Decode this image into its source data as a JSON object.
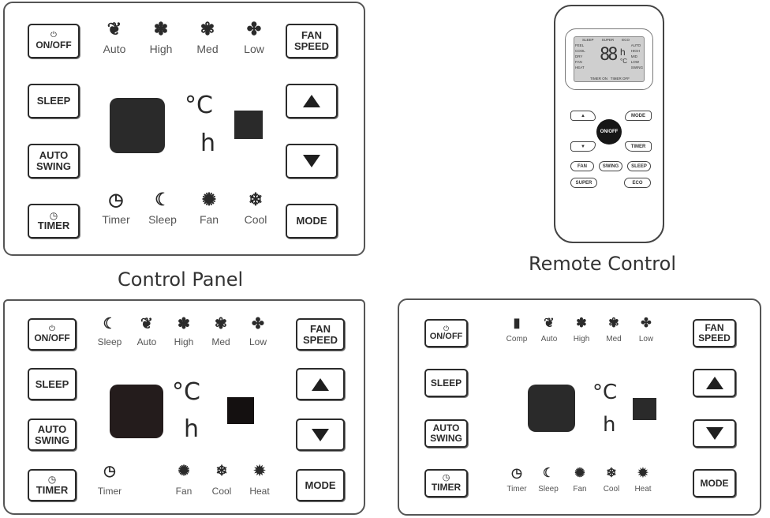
{
  "captions": {
    "control_panel": "Control Panel",
    "remote_control": "Remote Control"
  },
  "panel1": {
    "buttons": {
      "onoff": "ON/OFF",
      "power_icon": "⏻",
      "fan_speed_1": "FAN",
      "fan_speed_2": "SPEED",
      "sleep": "SLEEP",
      "auto_swing_1": "AUTO",
      "auto_swing_2": "SWING",
      "timer": "TIMER",
      "timer_icon": "◷",
      "mode": "MODE"
    },
    "top_indicators": [
      {
        "icon": "fan-auto-icon",
        "glyph": "❦",
        "label": "Auto"
      },
      {
        "icon": "fan-high-icon",
        "glyph": "✽",
        "label": "High"
      },
      {
        "icon": "fan-med-icon",
        "glyph": "✾",
        "label": "Med"
      },
      {
        "icon": "fan-low-icon",
        "glyph": "✤",
        "label": "Low"
      }
    ],
    "bottom_indicators": [
      {
        "icon": "timer-icon",
        "glyph": "◷",
        "label": "Timer"
      },
      {
        "icon": "sleep-moon-icon",
        "glyph": "☾",
        "label": "Sleep"
      },
      {
        "icon": "fan-mode-icon",
        "glyph": "✺",
        "label": "Fan"
      },
      {
        "icon": "cool-snowflake-icon",
        "glyph": "❄",
        "label": "Cool"
      }
    ],
    "units": {
      "celsius": "°C",
      "hours": "h"
    }
  },
  "panel2": {
    "buttons": {
      "onoff": "ON/OFF",
      "power_icon": "⏻",
      "fan_speed_1": "FAN",
      "fan_speed_2": "SPEED",
      "sleep": "SLEEP",
      "auto_swing_1": "AUTO",
      "auto_swing_2": "SWING",
      "timer": "TIMER",
      "timer_icon": "◷",
      "mode": "MODE"
    },
    "top_indicators": [
      {
        "icon": "sleep-moon-icon",
        "glyph": "☾",
        "label": "Sleep"
      },
      {
        "icon": "fan-auto-icon",
        "glyph": "❦",
        "label": "Auto"
      },
      {
        "icon": "fan-high-icon",
        "glyph": "✽",
        "label": "High"
      },
      {
        "icon": "fan-med-icon",
        "glyph": "✾",
        "label": "Med"
      },
      {
        "icon": "fan-low-icon",
        "glyph": "✤",
        "label": "Low"
      }
    ],
    "bottom_indicators": [
      {
        "icon": "timer-icon",
        "glyph": "◷",
        "label": "Timer"
      },
      {
        "icon": "fan-mode-icon",
        "glyph": "✺",
        "label": "Fan"
      },
      {
        "icon": "cool-snowflake-icon",
        "glyph": "❄",
        "label": "Cool"
      },
      {
        "icon": "heat-sun-icon",
        "glyph": "✹",
        "label": "Heat"
      }
    ],
    "units": {
      "celsius": "°C",
      "hours": "h"
    }
  },
  "panel3": {
    "buttons": {
      "onoff": "ON/OFF",
      "power_icon": "⏻",
      "fan_speed_1": "FAN",
      "fan_speed_2": "SPEED",
      "sleep": "SLEEP",
      "auto_swing_1": "AUTO",
      "auto_swing_2": "SWING",
      "timer": "TIMER",
      "timer_icon": "◷",
      "mode": "MODE"
    },
    "top_indicators": [
      {
        "icon": "compressor-icon",
        "glyph": "▮",
        "label": "Comp"
      },
      {
        "icon": "fan-auto-icon",
        "glyph": "❦",
        "label": "Auto"
      },
      {
        "icon": "fan-high-icon",
        "glyph": "✽",
        "label": "High"
      },
      {
        "icon": "fan-med-icon",
        "glyph": "✾",
        "label": "Med"
      },
      {
        "icon": "fan-low-icon",
        "glyph": "✤",
        "label": "Low"
      }
    ],
    "bottom_indicators": [
      {
        "icon": "timer-icon",
        "glyph": "◷",
        "label": "Timer"
      },
      {
        "icon": "sleep-moon-icon",
        "glyph": "☾",
        "label": "Sleep"
      },
      {
        "icon": "fan-mode-icon",
        "glyph": "✺",
        "label": "Fan"
      },
      {
        "icon": "cool-snowflake-icon",
        "glyph": "❄",
        "label": "Cool"
      },
      {
        "icon": "heat-sun-icon",
        "glyph": "✹",
        "label": "Heat"
      }
    ],
    "units": {
      "celsius": "°C",
      "hours": "h"
    }
  },
  "remote": {
    "lcd": {
      "top_labels": [
        "SLEEP",
        "SUPER",
        "ECO"
      ],
      "left_labels": [
        "FEEL",
        "COOL",
        "DRY",
        "FAN",
        "HEAT"
      ],
      "right_labels": [
        "AUTO",
        "HIGH",
        "MID",
        "LOW",
        "SWING"
      ],
      "digits": "88",
      "unit_h": "h",
      "unit_c": "°C",
      "bottom_labels": [
        "TIMER ON",
        "TIMER OFF"
      ]
    },
    "buttons": {
      "up": "▲",
      "down": "▼",
      "mode": "MODE",
      "onoff": "ON/OFF",
      "timer": "TIMER",
      "fan": "FAN",
      "swing": "SWING",
      "sleep": "SLEEP",
      "super": "SUPER",
      "eco": "ECO"
    }
  }
}
